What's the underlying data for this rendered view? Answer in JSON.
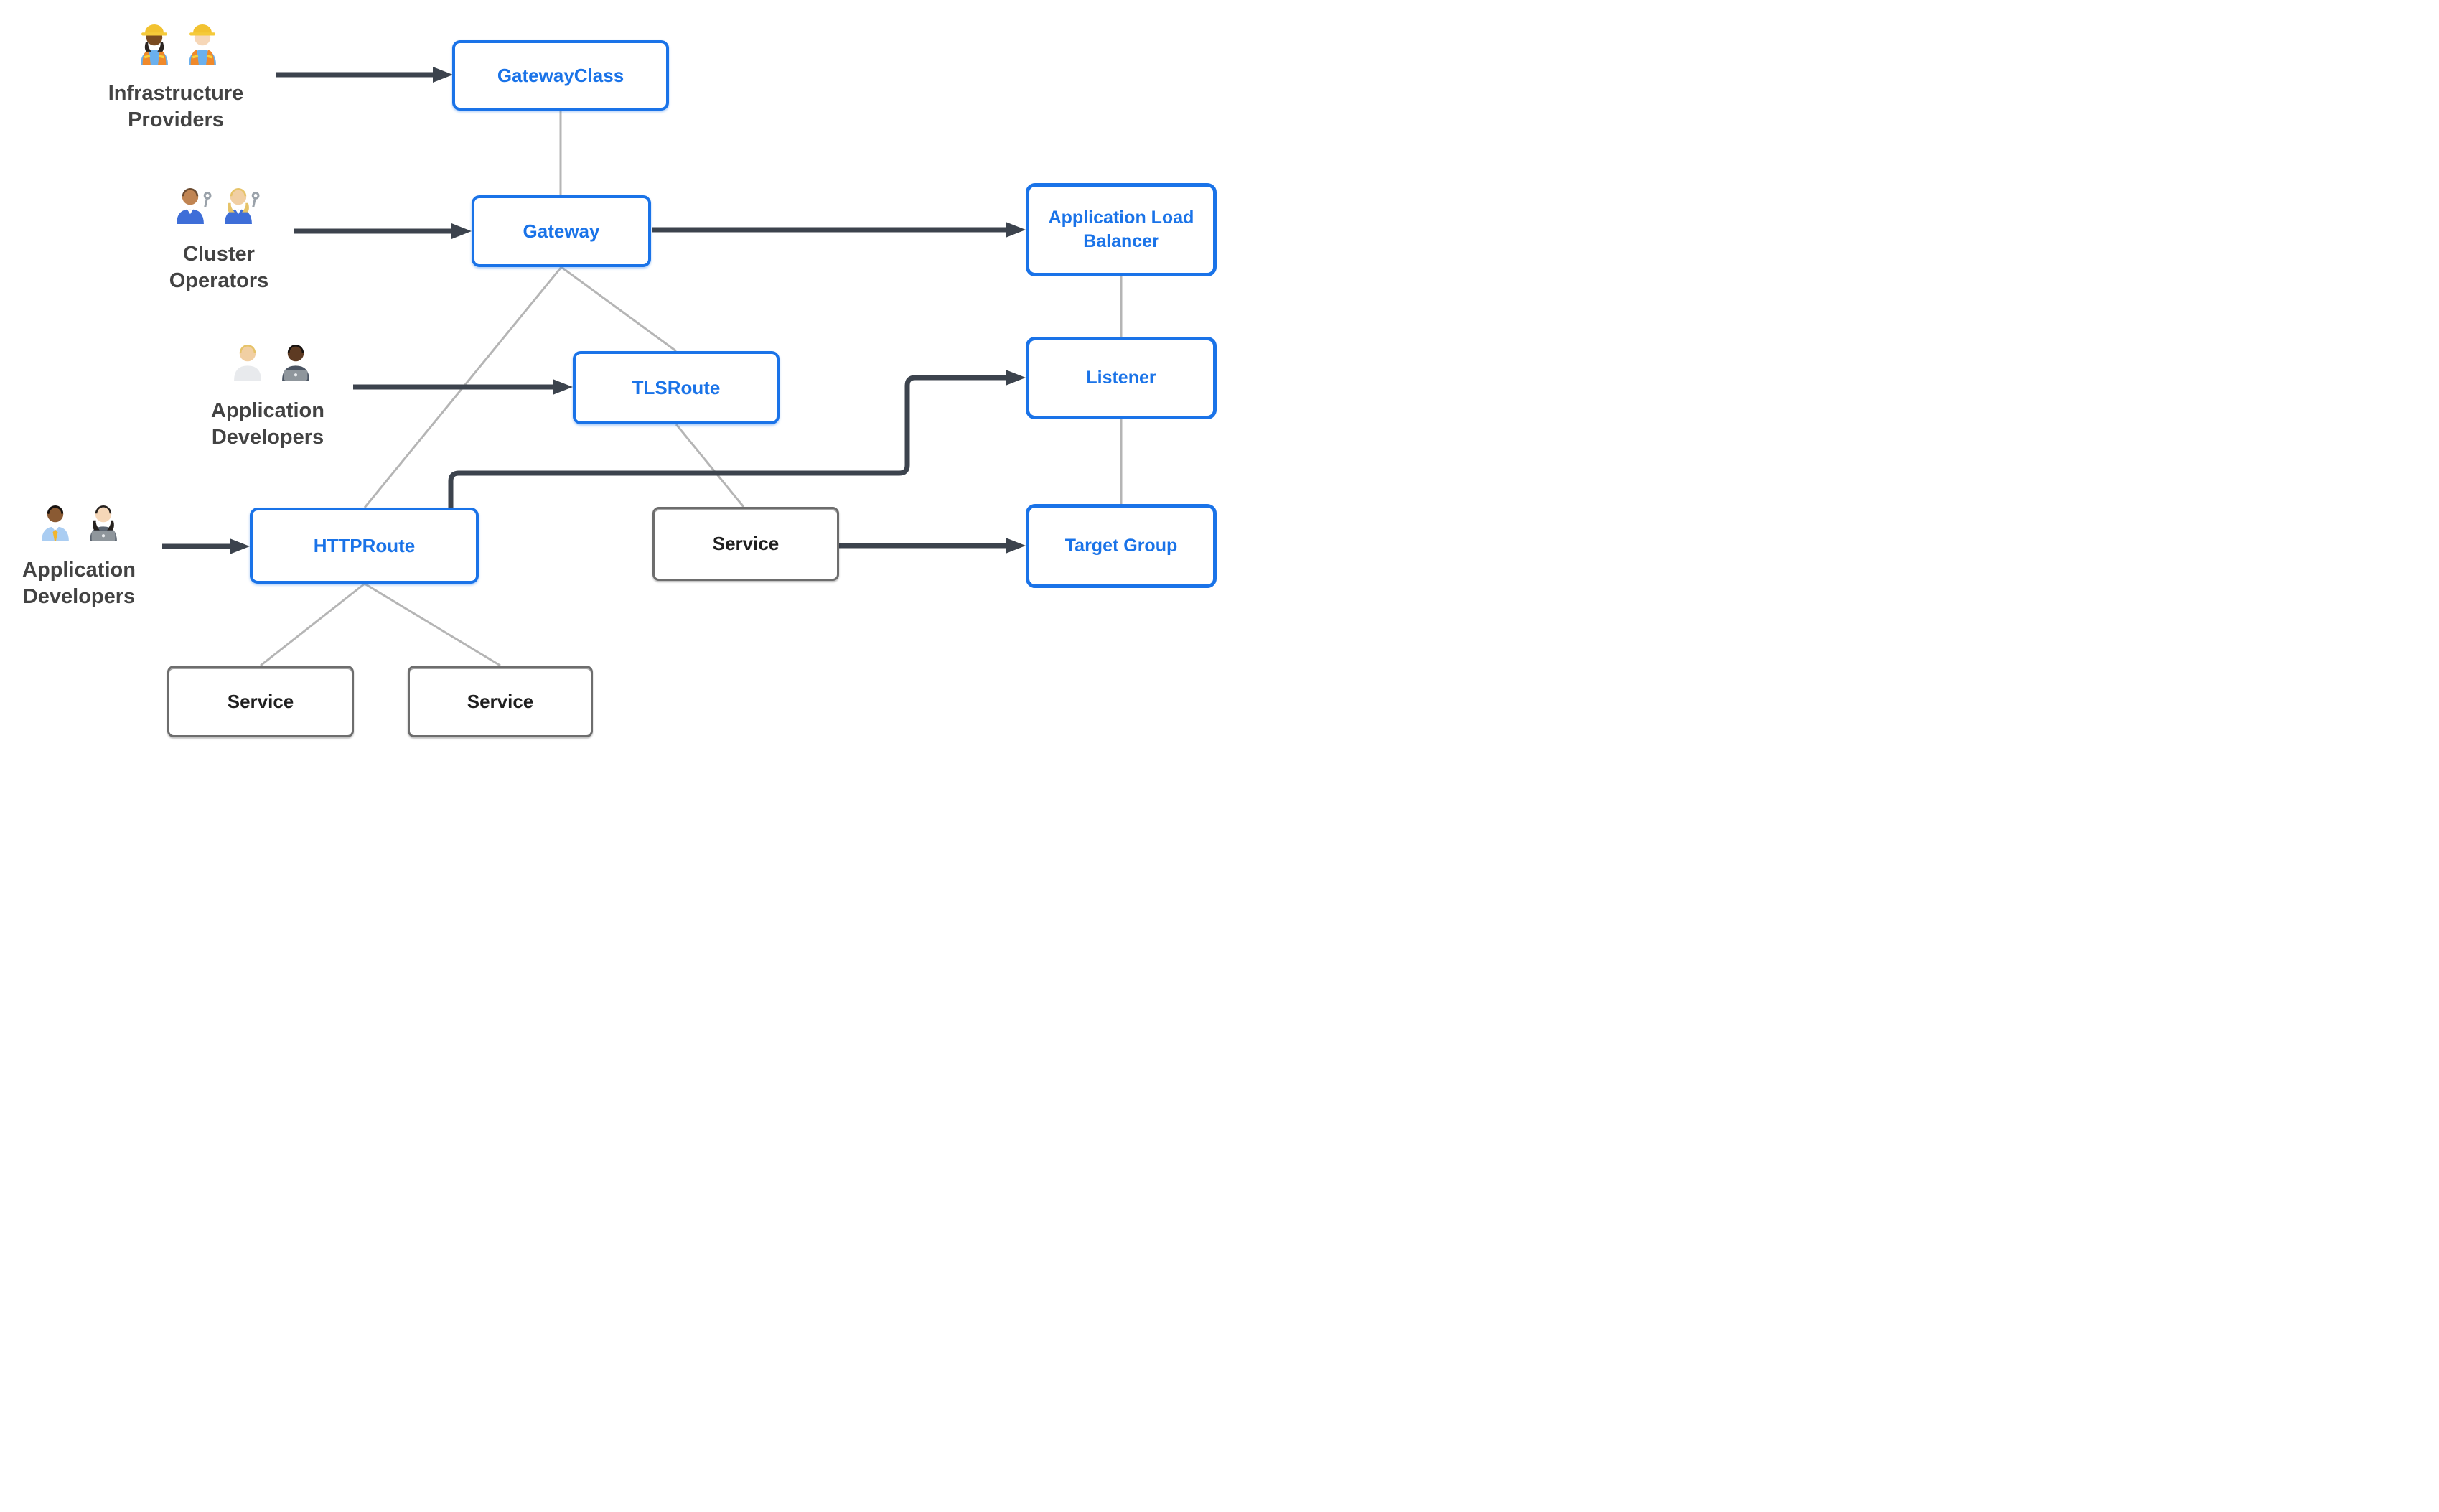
{
  "colors": {
    "blue": "#1a73e8",
    "gray_box_border": "#6d6d6d",
    "gray_box_text": "#1f1f1f",
    "arrow_dark": "#3c434d",
    "line_gray": "#b5b5b5",
    "persona_label": "#434343",
    "background": "#ffffff"
  },
  "personas": [
    {
      "label_lines": [
        "Infrastructure",
        "Providers"
      ],
      "icons": [
        "construction-worker-woman-dark",
        "construction-worker-man-light"
      ]
    },
    {
      "label_lines": [
        "Cluster",
        "Operators"
      ],
      "icons": [
        "mechanic-man-medium",
        "mechanic-woman-blond"
      ]
    },
    {
      "label_lines": [
        "Application",
        "Developers"
      ],
      "icons": [
        "technologist-person-blond",
        "technologist-person-dark"
      ]
    },
    {
      "label_lines": [
        "Application",
        "Developers"
      ],
      "icons": [
        "businessman-dark-tie",
        "technologist-woman-light"
      ]
    }
  ],
  "nodes": [
    {
      "id": "gateway-class",
      "label": "GatewayClass"
    },
    {
      "id": "gateway",
      "label": "Gateway"
    },
    {
      "id": "application-load-balancer",
      "label": "Application Load Balancer"
    },
    {
      "id": "tls-route",
      "label": "TLSRoute"
    },
    {
      "id": "listener",
      "label": "Listener"
    },
    {
      "id": "http-route",
      "label": "HTTPRoute"
    },
    {
      "id": "service-middle",
      "label": "Service"
    },
    {
      "id": "target-group",
      "label": "Target Group"
    },
    {
      "id": "service-bottom-left",
      "label": "Service"
    },
    {
      "id": "service-bottom-right",
      "label": "Service"
    }
  ]
}
